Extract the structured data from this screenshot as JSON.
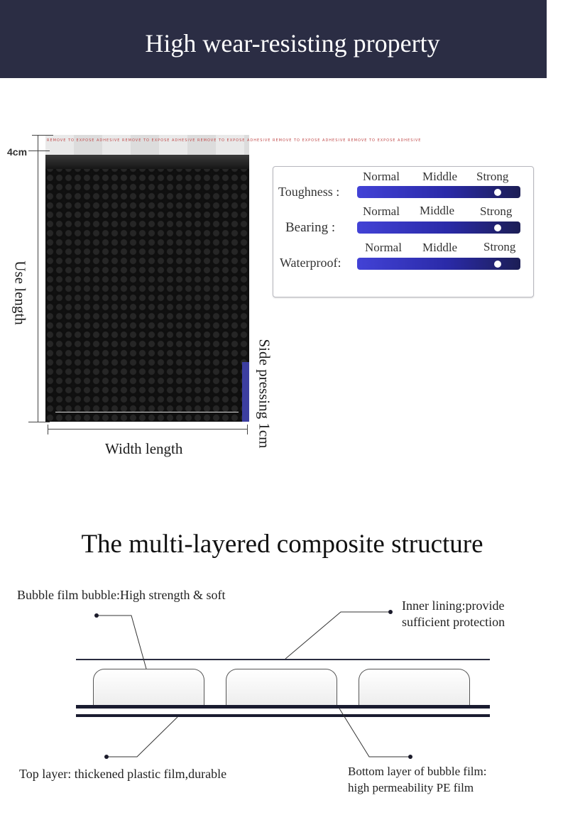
{
  "header": {
    "title": "High wear-resisting property"
  },
  "envelope": {
    "flap_label": "4cm",
    "height_label": "Use length",
    "width_label": "Width length",
    "side_label": "Side pressing 1cm",
    "strip_text": "REMOVE TO EXPOSE ADHESIVE  REMOVE TO EXPOSE ADHESIVE  REMOVE TO EXPOSE ADHESIVE  REMOVE TO EXPOSE ADHESIVE  REMOVE TO EXPOSE ADHESIVE"
  },
  "properties": {
    "levels": [
      "Normal",
      "Middle",
      "Strong"
    ],
    "items": [
      {
        "label": "Toughness :",
        "level": "Strong",
        "value_fraction": 0.86
      },
      {
        "label": "Bearing :",
        "level": "Strong",
        "value_fraction": 0.86
      },
      {
        "label": "Waterproof:",
        "level": "Strong",
        "value_fraction": 0.86
      }
    ],
    "bar_gradient": [
      "#4242d6",
      "#1c1e55"
    ]
  },
  "structure": {
    "title": "The multi-layered composite structure",
    "annotations": {
      "bubble_film": "Bubble film bubble:High strength & soft",
      "inner_lining_1": "Inner lining:provide",
      "inner_lining_2": "sufficient protection",
      "top_layer": "Top layer: thickened plastic film,durable",
      "bottom_layer_1": "Bottom layer of bubble film:",
      "bottom_layer_2": "high permeability PE film"
    }
  },
  "colors": {
    "header_bg": "#2b2d44",
    "accent_blue": "#3c3ea0",
    "layer_dark": "#1a1c30"
  }
}
